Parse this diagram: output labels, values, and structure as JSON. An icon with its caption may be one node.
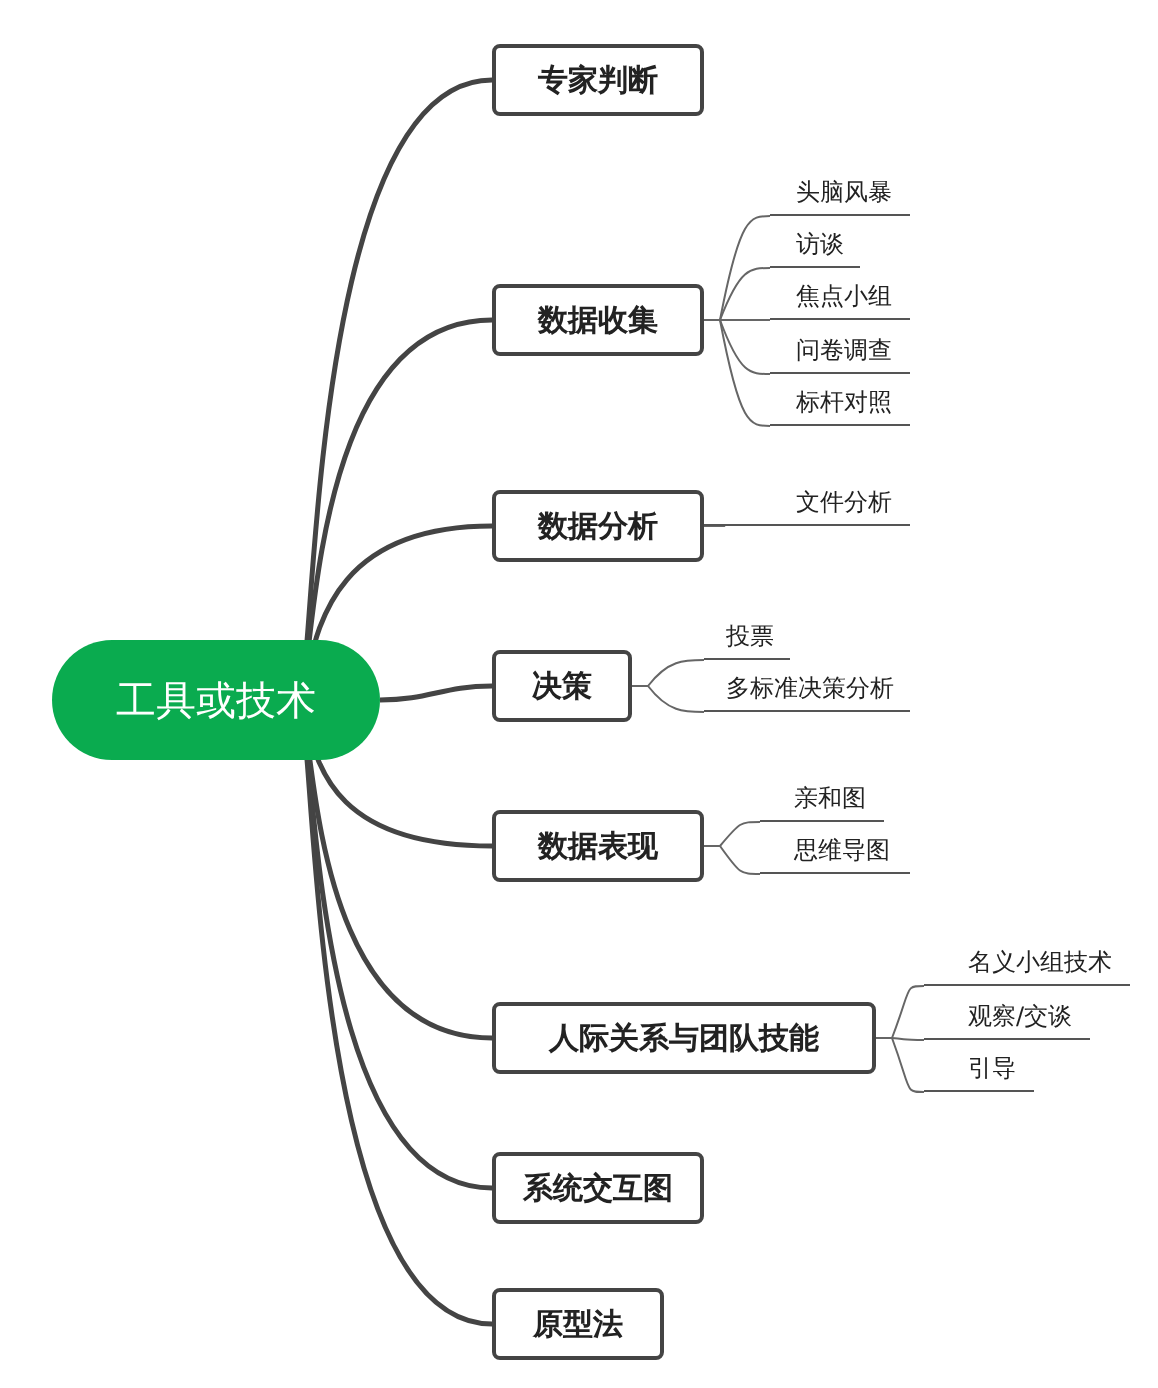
{
  "diagram": {
    "nodes": [
      {
        "text": [
          "工具或技术"
        ]
      },
      {
        "text": [
          "专家判断"
        ]
      },
      {
        "text": [
          "数据收集"
        ]
      },
      {
        "text": [
          "头脑风暴"
        ]
      },
      {
        "text": [
          "访谈"
        ]
      },
      {
        "text": [
          "焦点小组"
        ]
      },
      {
        "text": [
          "问卷调查"
        ]
      },
      {
        "text": [
          "标杆对照"
        ]
      },
      {
        "text": [
          "数据分析"
        ]
      },
      {
        "text": [
          "文件分析"
        ]
      },
      {
        "text": [
          "决策"
        ]
      },
      {
        "text": [
          "投票"
        ]
      },
      {
        "text": [
          "多标准决策分析"
        ]
      },
      {
        "text": [
          "数据表现"
        ]
      },
      {
        "text": [
          "亲和图"
        ]
      },
      {
        "text": [
          "思维导图"
        ]
      },
      {
        "text": [
          "人际关系与团队技能"
        ]
      },
      {
        "text": [
          "名义小组技术"
        ]
      },
      {
        "text": [
          "观察/交谈"
        ]
      },
      {
        "text": [
          "引导"
        ]
      },
      {
        "text": [
          "系统交互图"
        ]
      },
      {
        "text": [
          "原型法"
        ]
      }
    ],
    "edges": [
      {
        "from": 0,
        "to": 1,
        "arrow": "none",
        "style": "thick"
      },
      {
        "from": 0,
        "to": 2,
        "arrow": "none",
        "style": "thick"
      },
      {
        "from": 2,
        "to": 3,
        "arrow": "none"
      },
      {
        "from": 2,
        "to": 4,
        "arrow": "none"
      },
      {
        "from": 2,
        "to": 5,
        "arrow": "none"
      },
      {
        "from": 2,
        "to": 6,
        "arrow": "none"
      },
      {
        "from": 2,
        "to": 7,
        "arrow": "none"
      },
      {
        "from": 0,
        "to": 8,
        "arrow": "none",
        "style": "thick"
      },
      {
        "from": 8,
        "to": 9,
        "arrow": "none"
      },
      {
        "from": 0,
        "to": 10,
        "arrow": "none",
        "style": "thick"
      },
      {
        "from": 10,
        "to": 11,
        "arrow": "none"
      },
      {
        "from": 10,
        "to": 12,
        "arrow": "none"
      },
      {
        "from": 0,
        "to": 13,
        "arrow": "none",
        "style": "thick"
      },
      {
        "from": 13,
        "to": 14,
        "arrow": "none"
      },
      {
        "from": 13,
        "to": 15,
        "arrow": "none"
      },
      {
        "from": 0,
        "to": 16,
        "arrow": "none",
        "style": "thick"
      },
      {
        "from": 16,
        "to": 17,
        "arrow": "none"
      },
      {
        "from": 16,
        "to": 18,
        "arrow": "none"
      },
      {
        "from": 16,
        "to": 19,
        "arrow": "none"
      },
      {
        "from": 0,
        "to": 20,
        "arrow": "none",
        "style": "thick"
      },
      {
        "from": 0,
        "to": 21,
        "arrow": "none",
        "style": "thick"
      }
    ]
  }
}
